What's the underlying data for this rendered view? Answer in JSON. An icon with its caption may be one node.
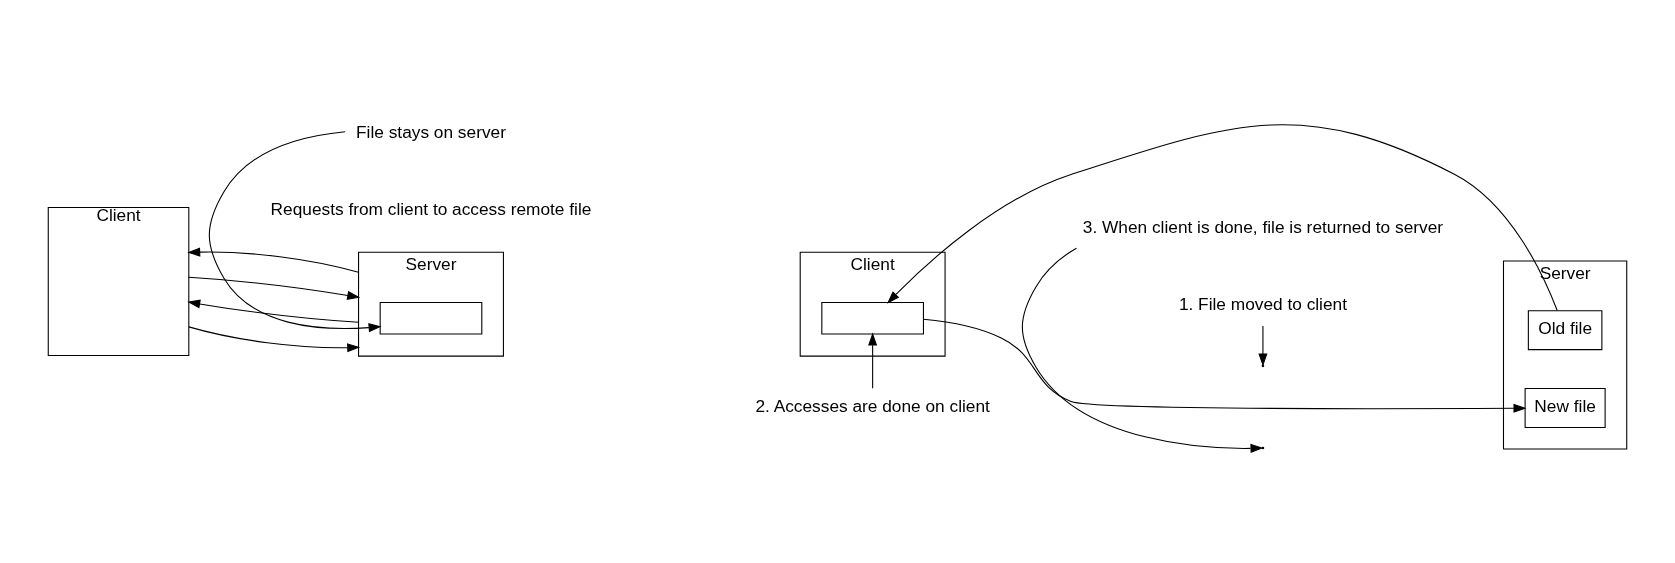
{
  "diagram": {
    "nodes": [
      {
        "text": [
          "Client"
        ]
      },
      {
        "text": [
          "Server"
        ]
      },
      {
        "text": [],
        "shape": "box",
        "in": 1
      },
      {
        "text": [
          "File stays on server"
        ]
      },
      {
        "text": [
          "Client"
        ]
      },
      {
        "text": [],
        "shape": "box",
        "in": 4
      },
      {
        "text": [
          "Server"
        ]
      },
      {
        "text": [
          "Old file"
        ],
        "in": 6
      },
      {
        "text": [
          "New file"
        ],
        "in": 6
      },
      {
        "text": [
          "1. File moved to client"
        ]
      },
      {
        "text": [
          "2. Accesses are done on client"
        ]
      },
      {
        "text": [
          "3. When client is done, file is returned to server"
        ]
      }
    ],
    "edges": [
      {
        "from": 0,
        "to": 1,
        "arrow": "to"
      },
      {
        "from": 1,
        "to": 0,
        "arrow": "to"
      },
      {
        "from": 0,
        "to": 1,
        "arrow": "to"
      },
      {
        "from": 1,
        "to": 0,
        "arrow": "to"
      },
      {
        "from": 3,
        "to": 2,
        "arrow": "to"
      },
      {
        "from": 7,
        "to": 5,
        "arrow": "to"
      },
      {
        "from": 5,
        "to": 8,
        "arrow": "to"
      },
      {
        "from": 9,
        "to": null,
        "arrow": "to"
      },
      {
        "from": 10,
        "to": 5,
        "arrow": "to"
      },
      {
        "from": 11,
        "to": null,
        "arrow": "to"
      }
    ],
    "labels": [
      "Requests from client to access remote file"
    ]
  }
}
